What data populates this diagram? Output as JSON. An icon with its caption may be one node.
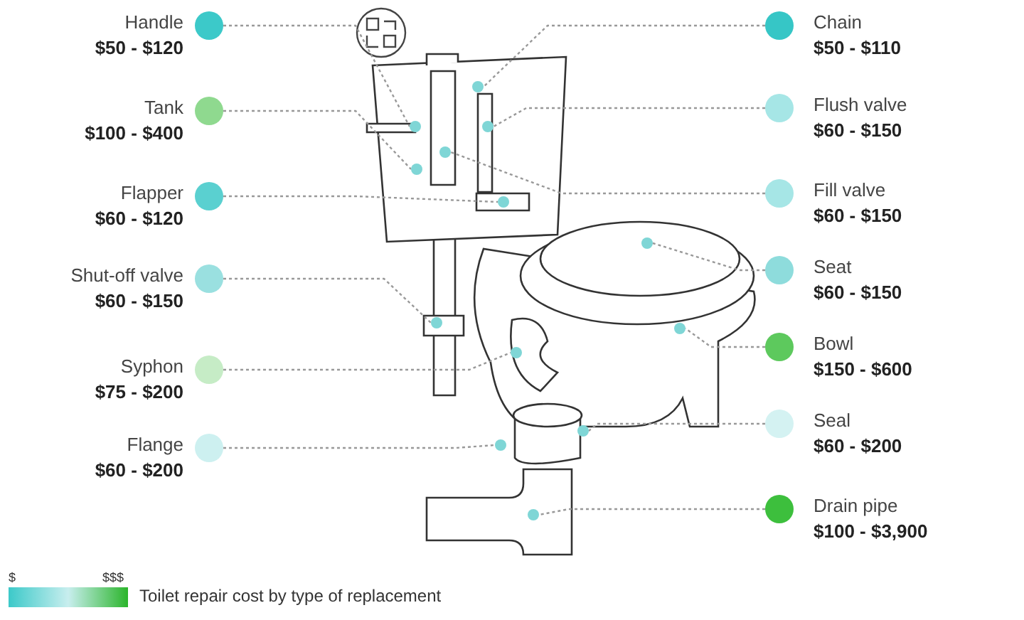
{
  "diagram": {
    "nodes": [
      {
        "text": [
          "Handle",
          "$50 - $120"
        ]
      },
      {
        "text": [
          "Tank",
          "$100 - $400"
        ]
      },
      {
        "text": [
          "Flapper",
          "$60 - $120"
        ]
      },
      {
        "text": [
          "Shut-off valve",
          "$60 - $150"
        ]
      },
      {
        "text": [
          "Syphon",
          "$75 - $200"
        ]
      },
      {
        "text": [
          "Flange",
          "$60 - $200"
        ]
      },
      {
        "text": [
          "Chain",
          "$50 - $110"
        ]
      },
      {
        "text": [
          "Flush valve",
          "$60 - $150"
        ]
      },
      {
        "text": [
          "Fill valve",
          "$60 - $150"
        ]
      },
      {
        "text": [
          "Seat",
          "$60 - $150"
        ]
      },
      {
        "text": [
          "Bowl",
          "$150 - $600"
        ]
      },
      {
        "text": [
          "Seal",
          "$60 - $200"
        ]
      },
      {
        "text": [
          "Drain pipe",
          "$100 - $3,900"
        ]
      },
      {
        "text": [],
        "shape": "circle"
      },
      {
        "text": [],
        "shape": "circle"
      },
      {
        "text": [],
        "shape": "circle"
      },
      {
        "text": [],
        "shape": "circle"
      },
      {
        "text": [],
        "shape": "circle"
      },
      {
        "text": [],
        "shape": "circle"
      },
      {
        "text": [],
        "shape": "circle"
      },
      {
        "text": [],
        "shape": "circle"
      },
      {
        "text": [],
        "shape": "circle"
      },
      {
        "text": [],
        "shape": "circle"
      },
      {
        "text": [],
        "shape": "circle"
      },
      {
        "text": [],
        "shape": "circle"
      },
      {
        "text": [],
        "shape": "circle"
      }
    ],
    "edges": [
      {
        "from": 0,
        "to": 14,
        "arrow": "none",
        "style": "dashed"
      },
      {
        "from": 1,
        "to": 17,
        "arrow": "none",
        "style": "dashed"
      },
      {
        "from": 2,
        "to": 18,
        "arrow": "none",
        "style": "dashed"
      },
      {
        "from": 3,
        "to": 20,
        "arrow": "none",
        "style": "dashed"
      },
      {
        "from": 4,
        "to": 22,
        "arrow": "none",
        "style": "dashed"
      },
      {
        "from": 5,
        "to": 24,
        "arrow": "none",
        "style": "dashed"
      },
      {
        "from": 6,
        "to": 13,
        "arrow": "none",
        "style": "dashed"
      },
      {
        "from": 7,
        "to": 15,
        "arrow": "none",
        "style": "dashed"
      },
      {
        "from": 8,
        "to": 16,
        "arrow": "none",
        "style": "dashed"
      },
      {
        "from": 9,
        "to": 19,
        "arrow": "none",
        "style": "dashed"
      },
      {
        "from": 10,
        "to": 21,
        "arrow": "none",
        "style": "dashed"
      },
      {
        "from": 11,
        "to": 23,
        "arrow": "none",
        "style": "dashed"
      },
      {
        "from": 12,
        "to": 25,
        "arrow": "none",
        "style": "dashed"
      }
    ],
    "labels": [
      "$",
      "$$$"
    ],
    "legend": [
      {
        "text": "Toilet repair cost by type of replacement"
      }
    ]
  }
}
